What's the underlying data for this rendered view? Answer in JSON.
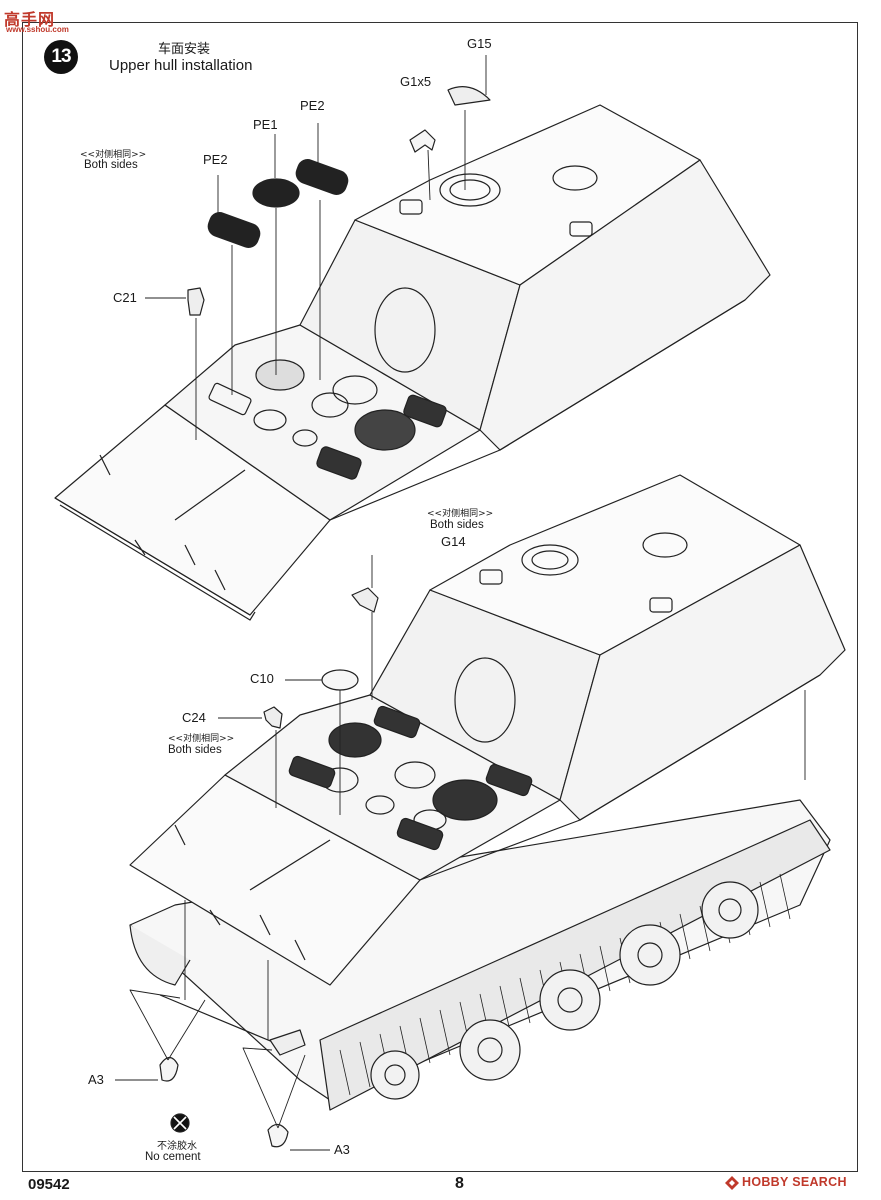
{
  "watermark": {
    "site_cn": "高手网",
    "site_url": "www.sshou.com"
  },
  "step": {
    "number": "13",
    "title_cn": "车面安装",
    "title_en": "Upper hull installation"
  },
  "top_assembly": {
    "note_cn": "<<对侧相同>>",
    "note_en": "Both sides",
    "parts": {
      "g15": "G15",
      "g1x5": "G1x5",
      "pe2_right": "PE2",
      "pe1": "PE1",
      "pe2_left": "PE2",
      "c21": "C21"
    }
  },
  "bottom_assembly": {
    "note_g14_cn": "<<对侧相同>>",
    "note_g14_en": "Both sides",
    "note_c24_cn": "<<对侧相同>>",
    "note_c24_en": "Both sides",
    "parts": {
      "g14": "G14",
      "c10": "C10",
      "c24": "C24",
      "a3_left": "A3",
      "a3_right": "A3"
    },
    "no_cement_cn": "不涂胶水",
    "no_cement_en": "No cement"
  },
  "footer": {
    "product_code": "09542",
    "page_number": "8",
    "brand": "HOBBY SEARCH"
  },
  "colors": {
    "accent_red": "#c0392b",
    "line": "#222222"
  }
}
